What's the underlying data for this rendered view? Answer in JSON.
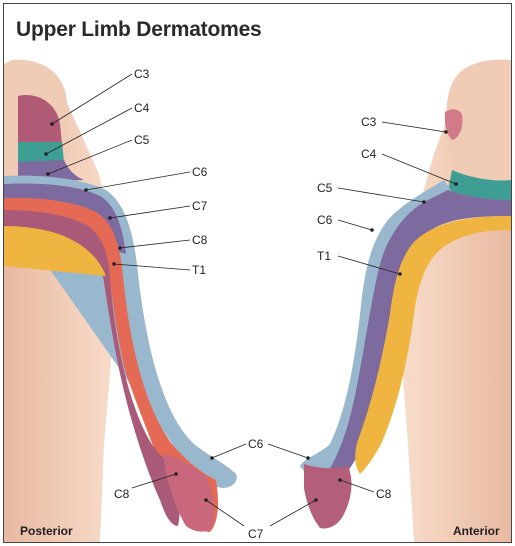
{
  "title": "Upper Limb Dermatomes",
  "views": {
    "left": "Posterior",
    "right": "Anterior"
  },
  "colors": {
    "background": "#ffffff",
    "skin": "#f1cdb8",
    "skin_shadow": "#e7b8a0",
    "C3": "#b15a76",
    "C4": "#3f9e93",
    "C5": "#7d6a9f",
    "C6": "#9ab8cd",
    "C7": "#e46a55",
    "C8": "#a85a78",
    "T1": "#f0b540"
  },
  "posterior_labels": {
    "C3": "C3",
    "C4": "C4",
    "C5": "C5",
    "C6": "C6",
    "C7": "C7",
    "C8": "C8",
    "T1": "T1"
  },
  "anterior_labels": {
    "C3": "C3",
    "C4": "C4",
    "C5": "C5",
    "C6": "C6",
    "T1": "T1"
  },
  "hand_labels": {
    "C6": "C6",
    "C7": "C7",
    "C8_left": "C8",
    "C8_right": "C8"
  }
}
